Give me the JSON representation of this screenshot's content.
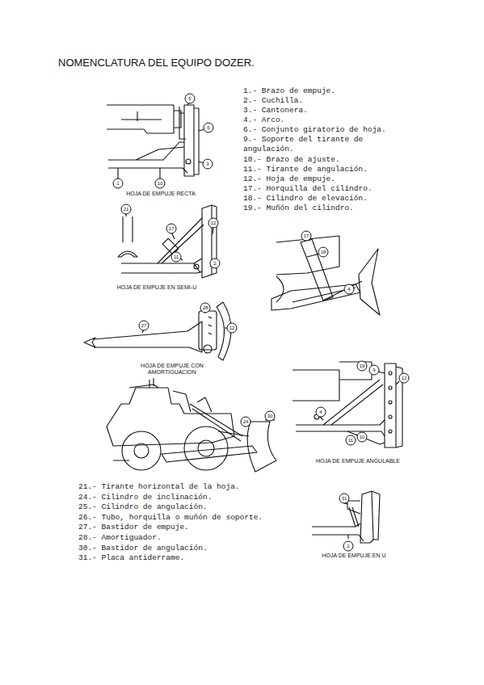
{
  "diagram": {
    "title": "NOMENCLATURA DEL EQUIPO DOZER.",
    "labels": [
      "1.- Brazo de empuje.",
      "2.- Cuchilla.",
      "3.- Cantonera.",
      "4.- Arco.",
      "6.- Conjunto giratorio de hoja.",
      "9.- Soporte del tirante de angulación.",
      "10.- Brazo de ajuste.",
      "11.- Tirante de angulación.",
      "12.- Hoja de empuje.",
      "17.- Horquilla del cilindro.",
      "18.- Cilindro de elevación.",
      "19.- Muñón del cilindro.",
      "21.- Tirante horizontal de la hoja.",
      "24.- Cilindro de inclinación.",
      "25.- Cilindro de angulación.",
      "26.- Tubo, horquilla o muñón de soporte.",
      "27.- Bastidor de empuje.",
      "28.- Amortiguador.",
      "30.- Bastidor de angulación.",
      "31.- Placa antiderrame.",
      "HOJA DE EMPUJE RECTA",
      "HOJA DE EMPUJE EN SEMI-U",
      "HOJA DE EMPUJE CON AMORTIGUACION",
      "HOJA DE EMPUJE ANGULABLE",
      "HOJA DE EMPUJE EN U",
      "5",
      "6",
      "3",
      "1",
      "10",
      "21",
      "17",
      "12",
      "11",
      "2",
      "27",
      "28",
      "12",
      "17",
      "18",
      "4",
      "24",
      "30",
      "19",
      "9",
      "12",
      "4",
      "11",
      "10",
      "31",
      "2"
    ]
  }
}
